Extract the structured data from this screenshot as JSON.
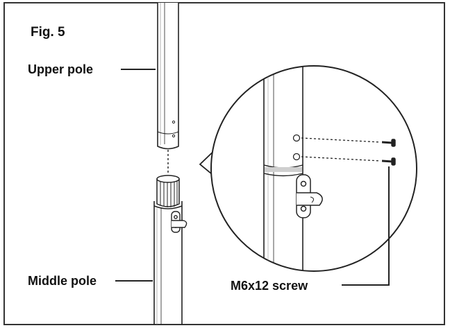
{
  "figure": {
    "label": "Fig. 5",
    "callouts": {
      "upper_pole": "Upper pole",
      "middle_pole": "Middle pole",
      "screw": "M6x12 screw"
    }
  },
  "colors": {
    "line": "#222222",
    "frame": "#333333",
    "background": "#ffffff",
    "shade": "#cfcfcf"
  }
}
